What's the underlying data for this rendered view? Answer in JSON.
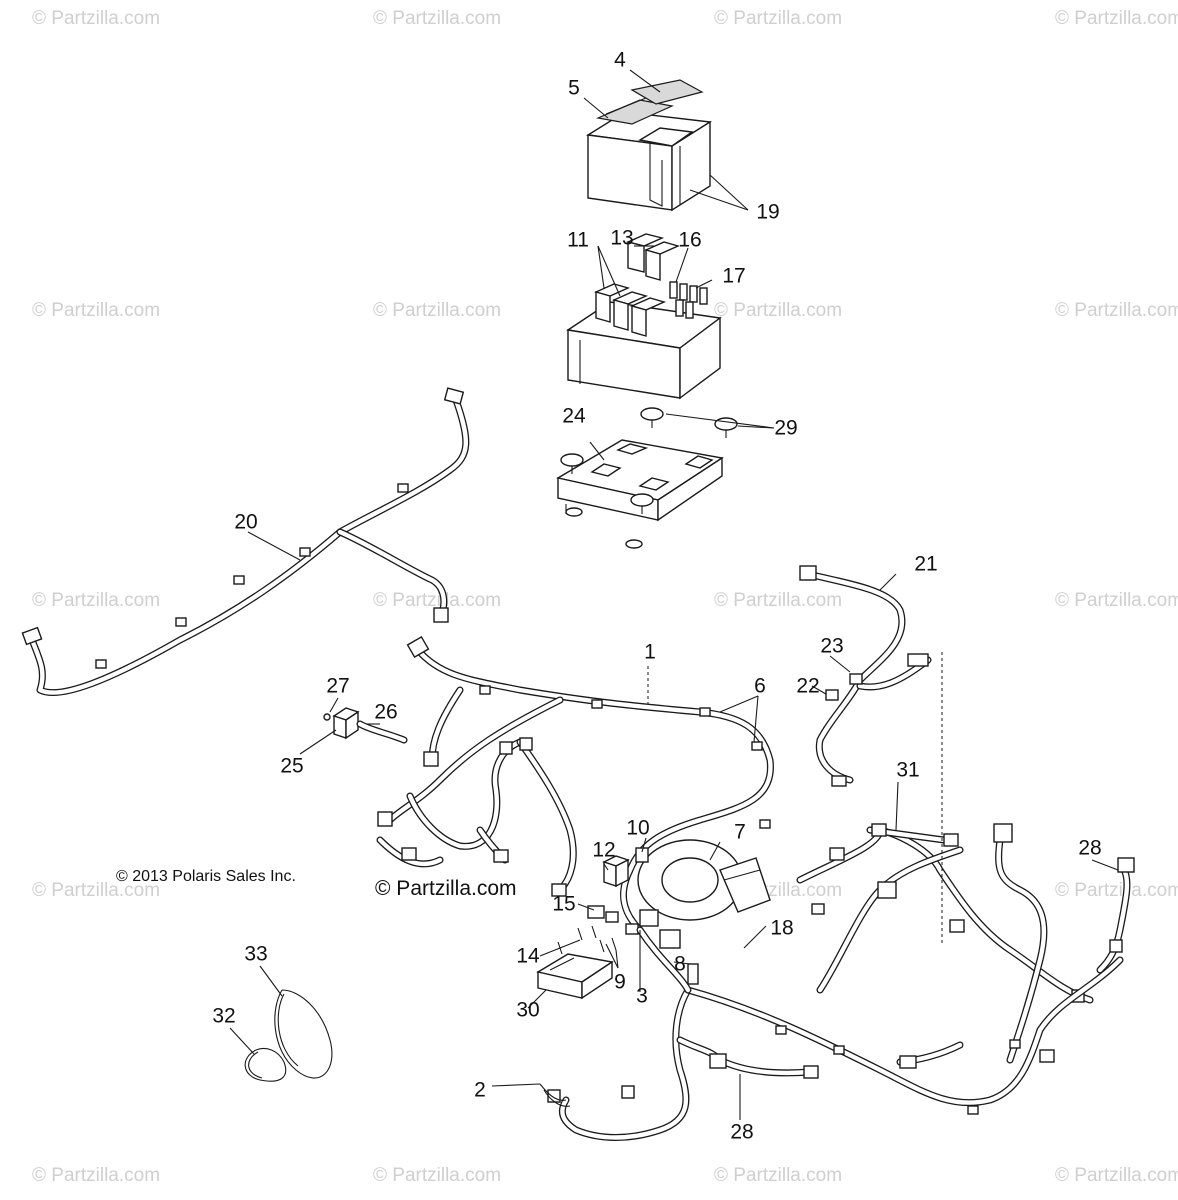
{
  "watermark": "© Partzilla.com",
  "copyright": "© 2013 Polaris Sales Inc.",
  "brand": "© Partzilla.com",
  "callouts": [
    "1",
    "2",
    "3",
    "4",
    "5",
    "6",
    "7",
    "8",
    "9",
    "10",
    "11",
    "12",
    "13",
    "14",
    "15",
    "16",
    "17",
    "18",
    "19",
    "20",
    "21",
    "22",
    "23",
    "24",
    "25",
    "26",
    "27",
    "28",
    "28",
    "29",
    "30",
    "31",
    "32",
    "33"
  ],
  "icons": [
    "fuse-box-cover-icon",
    "relay-module-icon",
    "mounting-bracket-icon",
    "wire-harness-icon",
    "connector-icon",
    "ecu-module-icon",
    "tie-strap-icon"
  ]
}
